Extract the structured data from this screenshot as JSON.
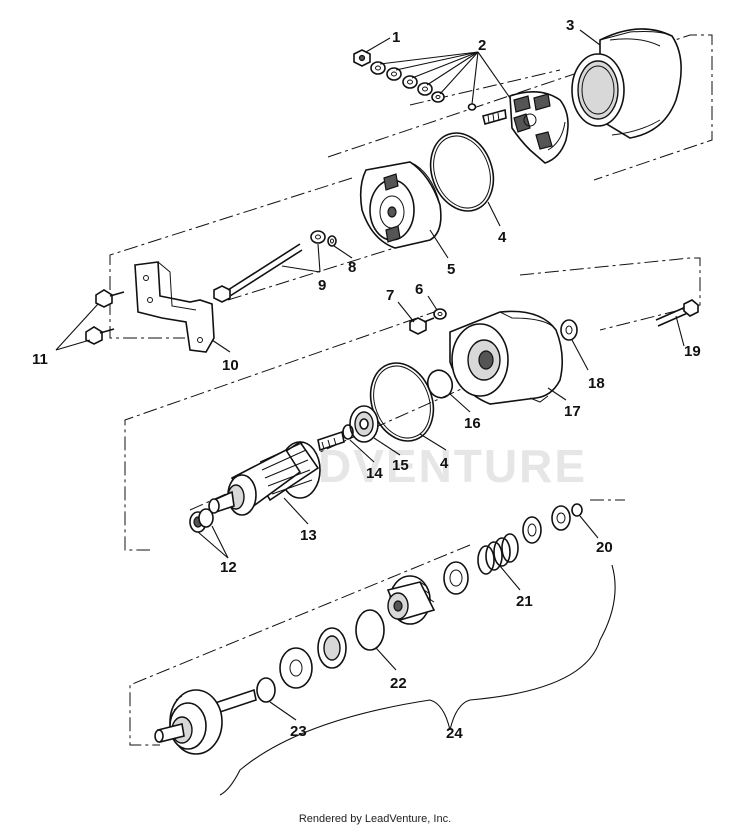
{
  "watermark": "DVENTURE",
  "footer": "Rendered by LeadVenture, Inc.",
  "callouts": {
    "c1": "1",
    "c2": "2",
    "c3": "3",
    "c4a": "4",
    "c4b": "4",
    "c5": "5",
    "c6": "6",
    "c7": "7",
    "c8": "8",
    "c9": "9",
    "c10": "10",
    "c11": "11",
    "c12": "12",
    "c13": "13",
    "c14": "14",
    "c15": "15",
    "c16": "16",
    "c17": "17",
    "c18": "18",
    "c19": "19",
    "c20": "20",
    "c21": "21",
    "c22": "22",
    "c23": "23",
    "c24": "24"
  }
}
